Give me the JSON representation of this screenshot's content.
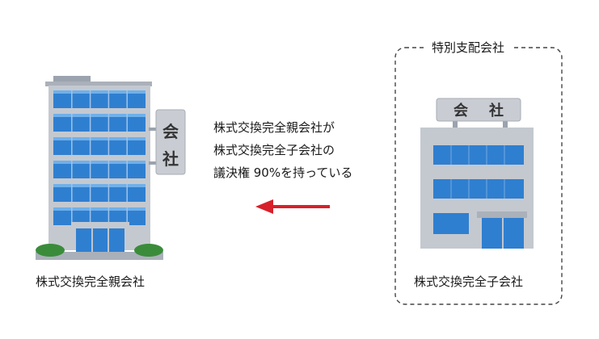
{
  "parent": {
    "name": "株式交換完全親会社",
    "sign": [
      "会",
      "社"
    ]
  },
  "subsidiary": {
    "name": "株式交換完全子会社",
    "sign": [
      "会",
      "社"
    ]
  },
  "group_label": "特別支配会社",
  "description": [
    "株式交換完全親会社が",
    "株式交換完全子会社の",
    "議決権 90%を持っている"
  ],
  "colors": {
    "arrow": "#d8202a",
    "glass": "#2f7fd0",
    "glass_light": "#6fb0ea",
    "frame": "#b9bec6",
    "sign_bg": "#c9cdd3",
    "shrub": "#3a8c3a"
  }
}
